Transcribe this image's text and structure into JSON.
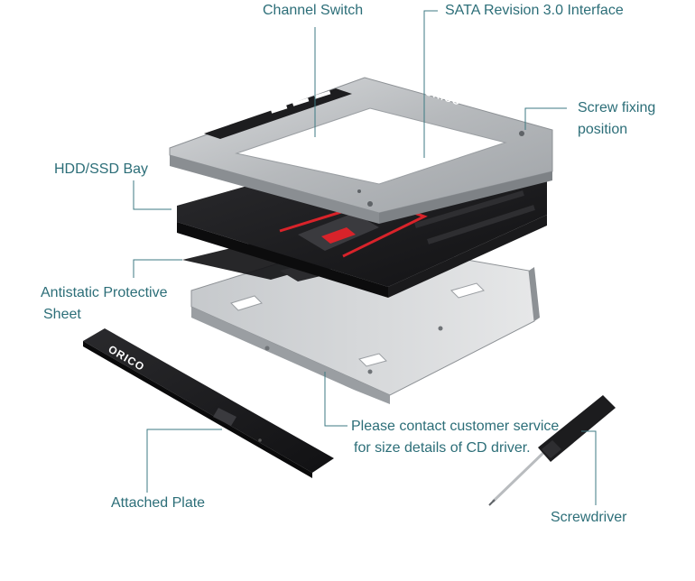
{
  "colors": {
    "label_text": "#2c6e78",
    "leader_line": "#3c7a83",
    "frame_silver": "#b9bcbf",
    "plastic_black": "#1e1e20",
    "accent_red": "#d8232a"
  },
  "labels": {
    "channel_switch": "Channel Switch",
    "sata_interface": "SATA Revision 3.0 Interface",
    "screw_fixing": [
      "Screw fixing",
      "position"
    ],
    "hdd_bay": "HDD/SSD Bay",
    "antistatic": [
      "Antistatic Protective",
      "Sheet"
    ],
    "cd_driver_note": [
      "Please contact customer service",
      "for size details of CD driver."
    ],
    "attached_plate": "Attached Plate",
    "screwdriver": "Screwdriver"
  },
  "product": {
    "brand": "ORICO"
  }
}
